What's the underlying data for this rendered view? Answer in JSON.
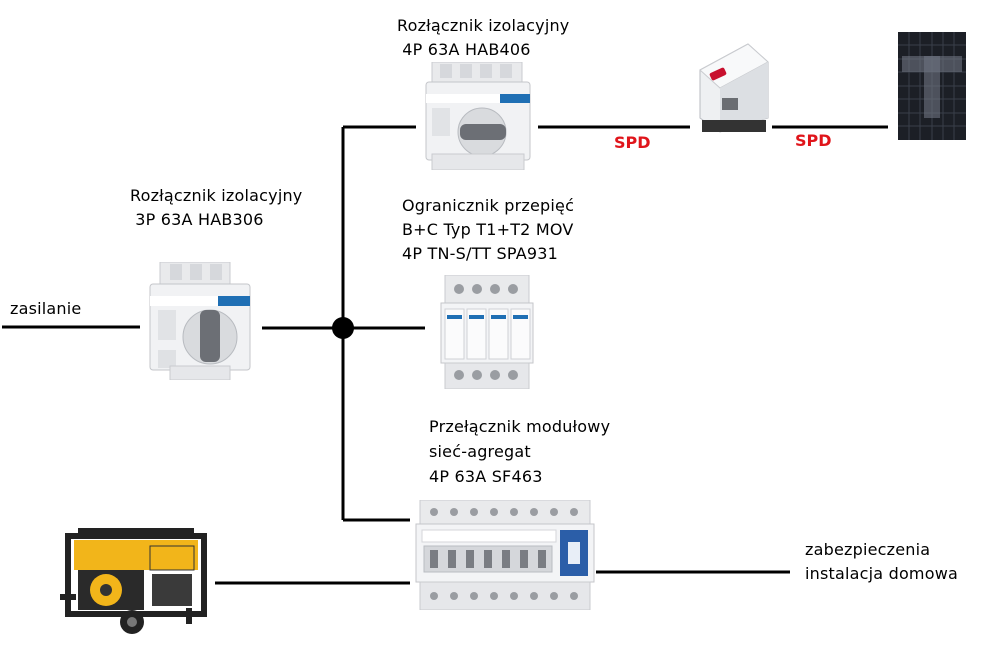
{
  "labels": {
    "main_disconnector": {
      "line1": "Rozłącznik izolacyjny",
      "line2": " 3P 63A HAB306"
    },
    "pv_disconnector": {
      "line1": "Rozłącznik izolacyjny",
      "line2": " 4P 63A HAB406"
    },
    "surge_arrester": {
      "line1": "Ogranicznik przepięć",
      "line2": "B+C Typ T1+T2 MOV",
      "line3": "4P TN-S/TT SPA931"
    },
    "changeover": {
      "line1": "Przełącznik modułowy",
      "line2": "sieć-agregat",
      "line3": "4P 63A SF463"
    },
    "supply": "zasilanie",
    "home": {
      "line1": "zabezpieczenia",
      "line2": "instalacja domowa"
    },
    "spd_inverter": "SPD",
    "spd_panel": "SPD"
  },
  "colors": {
    "wire": "#000000",
    "spd": "#e0151b",
    "hager_blue": "#1f6fb4",
    "generator_yellow": "#f2b51a",
    "inverter_red": "#c8102e"
  },
  "icons": [
    "disconnector-3p-image",
    "disconnector-4p-image",
    "surge-arrester-image",
    "changeover-switch-image",
    "pv-inverter-image",
    "solar-panel-image",
    "generator-image"
  ]
}
